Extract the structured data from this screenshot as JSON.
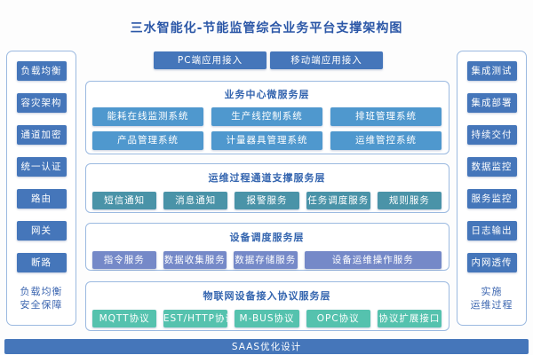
{
  "title": "三水智能化-节能监管综合业务平台支撑架构图",
  "top_buttons": [
    "PC端应用接入",
    "移动端应用接入"
  ],
  "left_sidebar": {
    "items": [
      "负载均衡",
      "容灾架构",
      "通道加密",
      "统一认证",
      "路由",
      "网关",
      "断路"
    ],
    "footer_lines": [
      "负载均衡",
      "安全保障"
    ]
  },
  "right_sidebar": {
    "items": [
      "集成测试",
      "集成部署",
      "持续交付",
      "数据监控",
      "服务监控",
      "日志输出",
      "内网透传"
    ],
    "footer_lines": [
      "实施",
      "运维过程"
    ]
  },
  "sections": [
    {
      "title": "业务中心微服务层",
      "button_color": "#4f98ce",
      "items": [
        "能耗在线监测系统",
        "生产线控制系统",
        "排班管理系统",
        "产品管理系统",
        "计量器具管理系统",
        "运维管控系统"
      ]
    },
    {
      "title": "运维过程通道支撑服务层",
      "button_color": "#4a93a8",
      "items": [
        "短信通知",
        "消息通知",
        "报警服务",
        "任务调度服务",
        "规则服务"
      ]
    },
    {
      "title": "设备调度服务层",
      "button_color": "#7589c8",
      "items": [
        "指令服务",
        "数据收集服务",
        "数据存储服务",
        "设备运维操作服务"
      ]
    },
    {
      "title": "物联网设备接入协议服务层",
      "button_color": "#55c2ae",
      "items": [
        "MQTT协议",
        "REST/HTTP协议",
        "M-BUS协议",
        "OPC协议",
        "协议扩展接口"
      ]
    }
  ],
  "bottom_bar": {
    "label": "SAAS优化设计"
  },
  "colors": {
    "primary_blue": "#4576ba",
    "panel_border": "#9bb9e0",
    "title_text": "#2b57a7",
    "section_title_text": "#3465af",
    "side_label_text": "#3c66b0",
    "section1_button": "#4f98ce",
    "section2_button": "#4a93a8",
    "section3_button": "#7589c8",
    "section4_button": "#55c2ae"
  }
}
